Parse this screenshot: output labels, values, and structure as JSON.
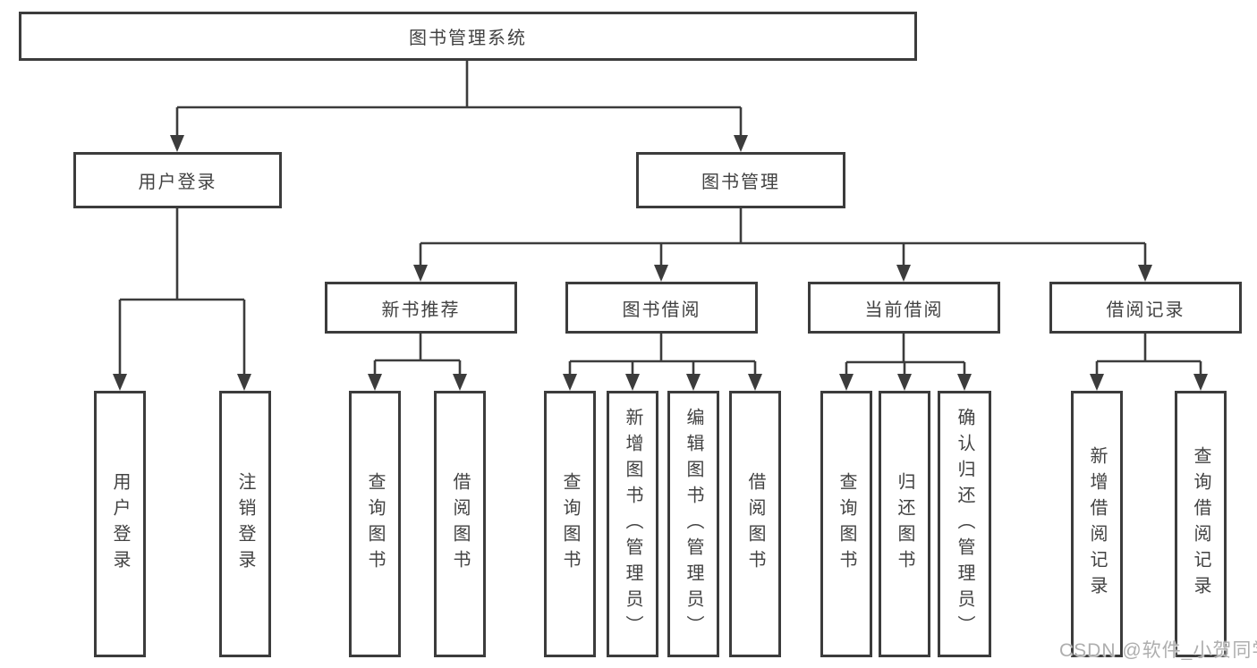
{
  "diagram": {
    "root": {
      "label": "图书管理系统"
    },
    "branches": [
      {
        "label": "用户登录"
      },
      {
        "label": "图书管理"
      }
    ],
    "modules": [
      {
        "label": "新书推荐",
        "parent": "图书管理"
      },
      {
        "label": "图书借阅",
        "parent": "图书管理"
      },
      {
        "label": "当前借阅",
        "parent": "图书管理"
      },
      {
        "label": "借阅记录",
        "parent": "图书管理"
      }
    ],
    "leaves": [
      {
        "label": "用户登录",
        "parent": "用户登录"
      },
      {
        "label": "注销登录",
        "parent": "用户登录"
      },
      {
        "label": "查询图书",
        "parent": "新书推荐"
      },
      {
        "label": "借阅图书",
        "parent": "新书推荐"
      },
      {
        "label": "查询图书",
        "parent": "图书借阅"
      },
      {
        "label": "新增图书（管理员）",
        "parent": "图书借阅"
      },
      {
        "label": "编辑图书（管理员）",
        "parent": "图书借阅"
      },
      {
        "label": "借阅图书",
        "parent": "图书借阅"
      },
      {
        "label": "查询图书",
        "parent": "当前借阅"
      },
      {
        "label": "归还图书",
        "parent": "当前借阅"
      },
      {
        "label": "确认归还（管理员）",
        "parent": "当前借阅"
      },
      {
        "label": "新增借阅记录",
        "parent": "借阅记录"
      },
      {
        "label": "查询借阅记录",
        "parent": "借阅记录"
      }
    ]
  },
  "watermark": {
    "text": "CSDN @软件_小贺同学"
  },
  "colors": {
    "line": "#3c3c3c",
    "box_border": "#3c3c3c",
    "text": "#424242",
    "background": "#ffffff",
    "watermark": "#aeaeae"
  }
}
